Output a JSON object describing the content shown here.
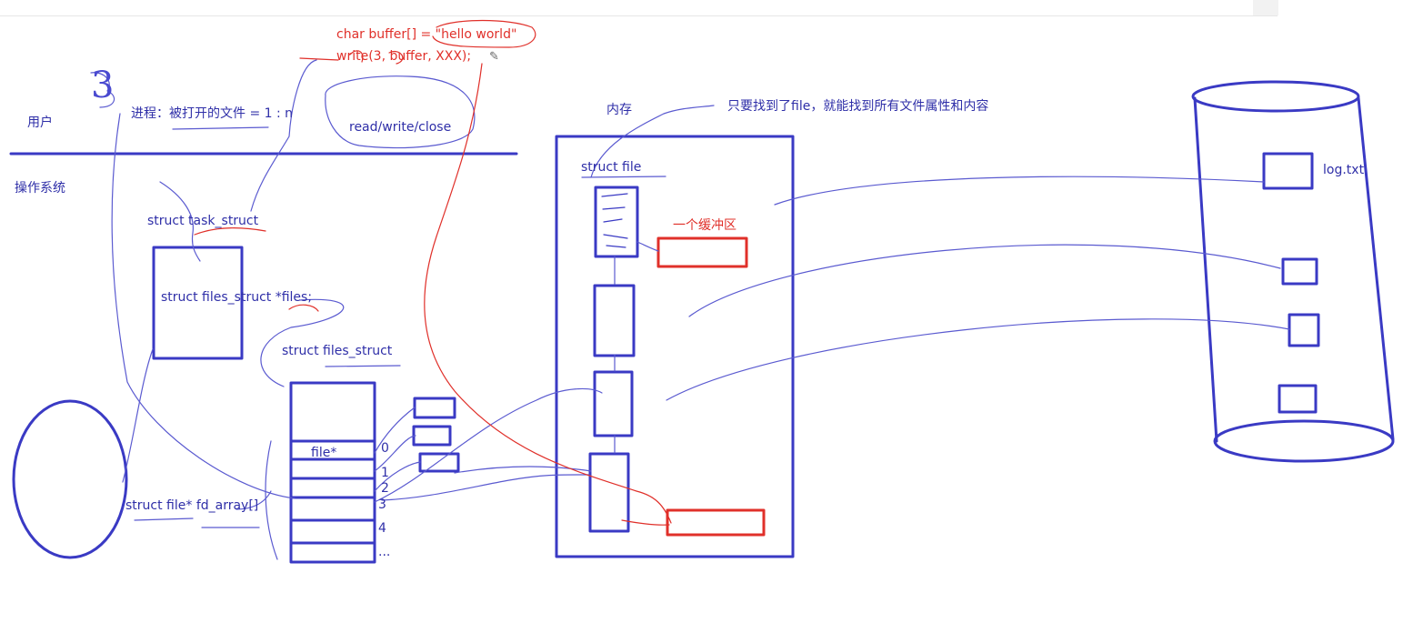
{
  "colors": {
    "ink": "#3a3ac4",
    "text": "#2f2fa8",
    "red_ink": "#e0302a",
    "background": "#ffffff"
  },
  "code": {
    "line1": "char buffer[] = \"hello world\"",
    "line2": "write(3, buffer, XXX);"
  },
  "labels": {
    "user": "用户",
    "os": "操作系统",
    "process": "进程：被打开的文件 = 1 : n",
    "syscalls": "read/write/close",
    "task_struct": "struct task_struct",
    "files_ptr": "struct files_struct *files;",
    "files_struct": "struct files_struct",
    "file_ptr": "file*",
    "fd_array": "struct file* fd_array[]",
    "memory": "内存",
    "find_note": "只要找到了file，就能找到所有文件属性和内容",
    "struct_file": "struct file",
    "buffer_area": "一个缓冲区",
    "disk_file": "log.txt",
    "handwritten_number": "3"
  },
  "fd_indices": [
    "0",
    "1",
    "2",
    "3",
    "4",
    "..."
  ],
  "icons": [
    "pen-icon"
  ]
}
